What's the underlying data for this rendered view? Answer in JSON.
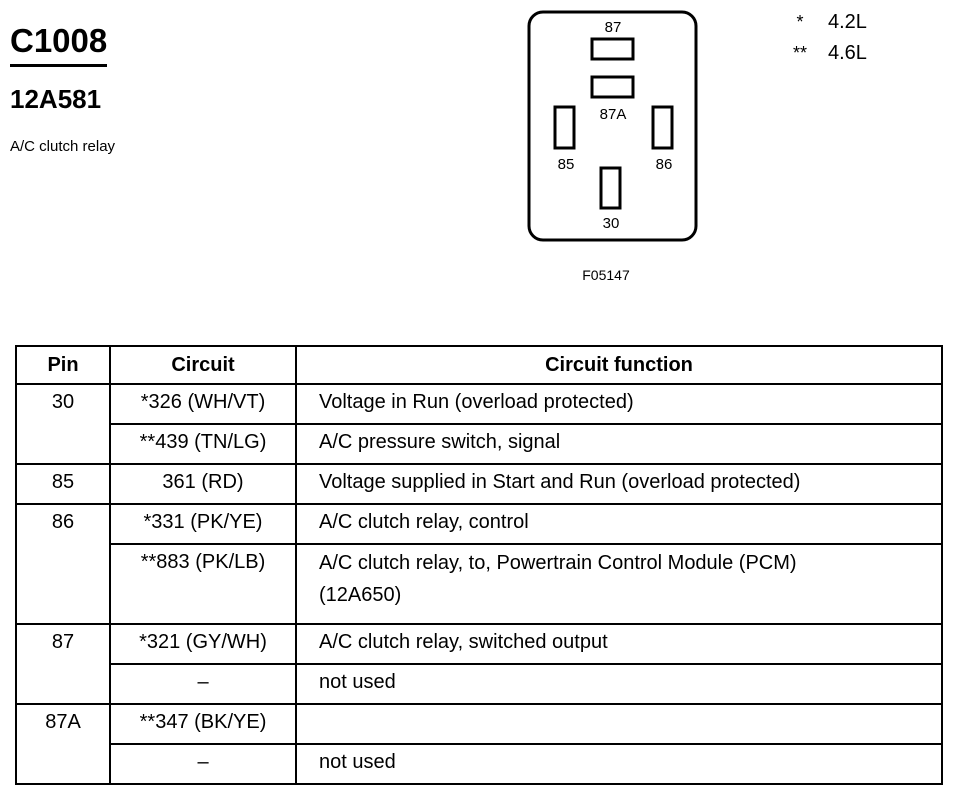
{
  "header": {
    "connector_id": "C1008",
    "part_number": "12A581",
    "description": "A/C clutch relay"
  },
  "legend": [
    {
      "mark": "*",
      "value": "4.2L"
    },
    {
      "mark": "**",
      "value": "4.6L"
    }
  ],
  "diagram": {
    "pins": {
      "p87": "87",
      "p87a": "87A",
      "p85": "85",
      "p86": "86",
      "p30": "30"
    },
    "figure_id": "F05147"
  },
  "table": {
    "headers": {
      "pin": "Pin",
      "circuit": "Circuit",
      "function": "Circuit function"
    },
    "rows": [
      {
        "pin": "30",
        "circuit": "*326 (WH/VT)",
        "function": "Voltage in Run (overload protected)"
      },
      {
        "circuit": "**439 (TN/LG)",
        "function": "A/C pressure switch, signal"
      },
      {
        "pin": "85",
        "circuit": "361 (RD)",
        "function": "Voltage supplied in Start and Run (overload protected)"
      },
      {
        "pin": "86",
        "circuit": "*331 (PK/YE)",
        "function": "A/C clutch relay, control"
      },
      {
        "circuit": "**883 (PK/LB)",
        "function": "A/C clutch relay, to, Powertrain Control Module (PCM)",
        "function_line2": "(12A650)"
      },
      {
        "pin": "87",
        "circuit": "*321 (GY/WH)",
        "function": "A/C clutch relay, switched output"
      },
      {
        "circuit": "–",
        "function": "not used"
      },
      {
        "pin": "87A",
        "circuit": "**347 (BK/YE)",
        "function": ""
      },
      {
        "circuit": "–",
        "function": "not used"
      }
    ]
  }
}
